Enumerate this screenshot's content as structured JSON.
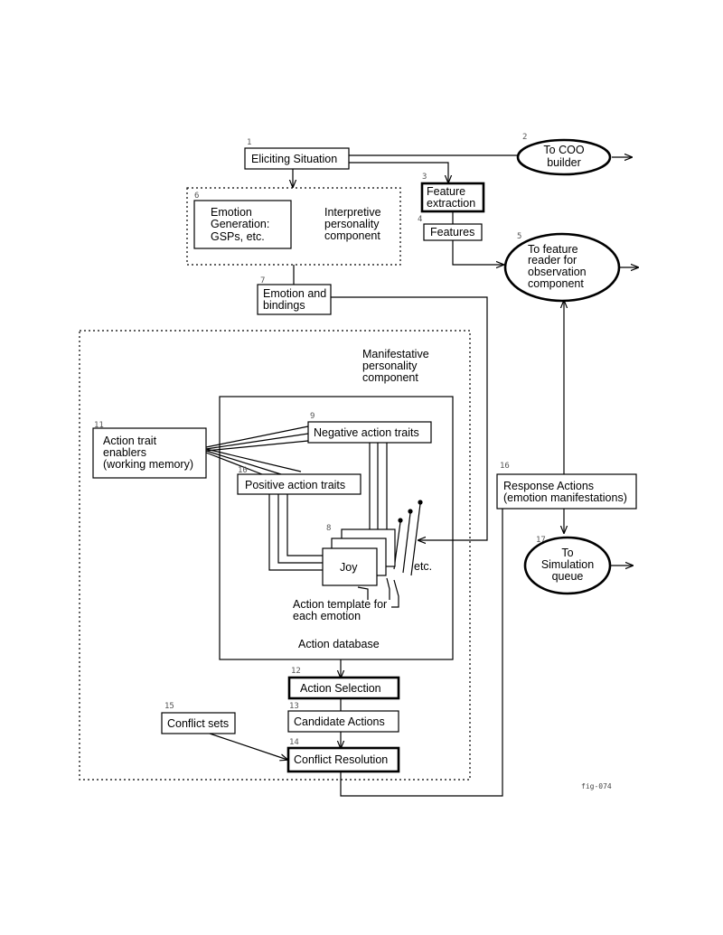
{
  "nodes": {
    "eliciting": {
      "num": "1",
      "lines": [
        "Eliciting Situation"
      ]
    },
    "coo": {
      "num": "2",
      "lines": [
        "To COO",
        "builder"
      ]
    },
    "feature_extraction": {
      "num": "3",
      "lines": [
        "Feature",
        "extraction"
      ]
    },
    "features": {
      "num": "4",
      "lines": [
        "Features"
      ]
    },
    "feature_reader": {
      "num": "5",
      "lines": [
        "To feature",
        "reader for",
        "observation",
        "component"
      ]
    },
    "emotion_generation": {
      "num": "6",
      "lines": [
        "Emotion",
        "Generation:",
        "GSPs,  etc."
      ]
    },
    "interpretive": {
      "lines": [
        "Interpretive",
        "personality",
        "component"
      ]
    },
    "emotion_bindings": {
      "num": "7",
      "lines": [
        "Emotion and",
        "bindings"
      ]
    },
    "manifestative": {
      "lines": [
        "Manifestative",
        "personality",
        "component"
      ]
    },
    "action_template": {
      "num": "8",
      "label": "Joy",
      "etc": "etc.",
      "caption": [
        "Action template for",
        "each emotion"
      ]
    },
    "negative_traits": {
      "num": "9",
      "lines": [
        "Negative action traits"
      ]
    },
    "positive_traits": {
      "num": "10",
      "lines": [
        "Positive action traits"
      ]
    },
    "trait_enablers": {
      "num": "11",
      "lines": [
        "Action trait",
        "enablers",
        "(working memory)"
      ]
    },
    "action_database": {
      "lines": [
        "Action database"
      ]
    },
    "action_selection": {
      "num": "12",
      "lines": [
        "Action Selection"
      ]
    },
    "candidate_actions": {
      "num": "13",
      "lines": [
        "Candidate Actions"
      ]
    },
    "conflict_resolution": {
      "num": "14",
      "lines": [
        "Conflict Resolution"
      ]
    },
    "conflict_sets": {
      "num": "15",
      "lines": [
        "Conflict sets"
      ]
    },
    "response_actions": {
      "num": "16",
      "lines": [
        "Response Actions",
        "(emotion manifestations)"
      ]
    },
    "simulation_queue": {
      "num": "17",
      "lines": [
        "To",
        "Simulation",
        "queue"
      ]
    }
  },
  "figure_id": "fig-074"
}
